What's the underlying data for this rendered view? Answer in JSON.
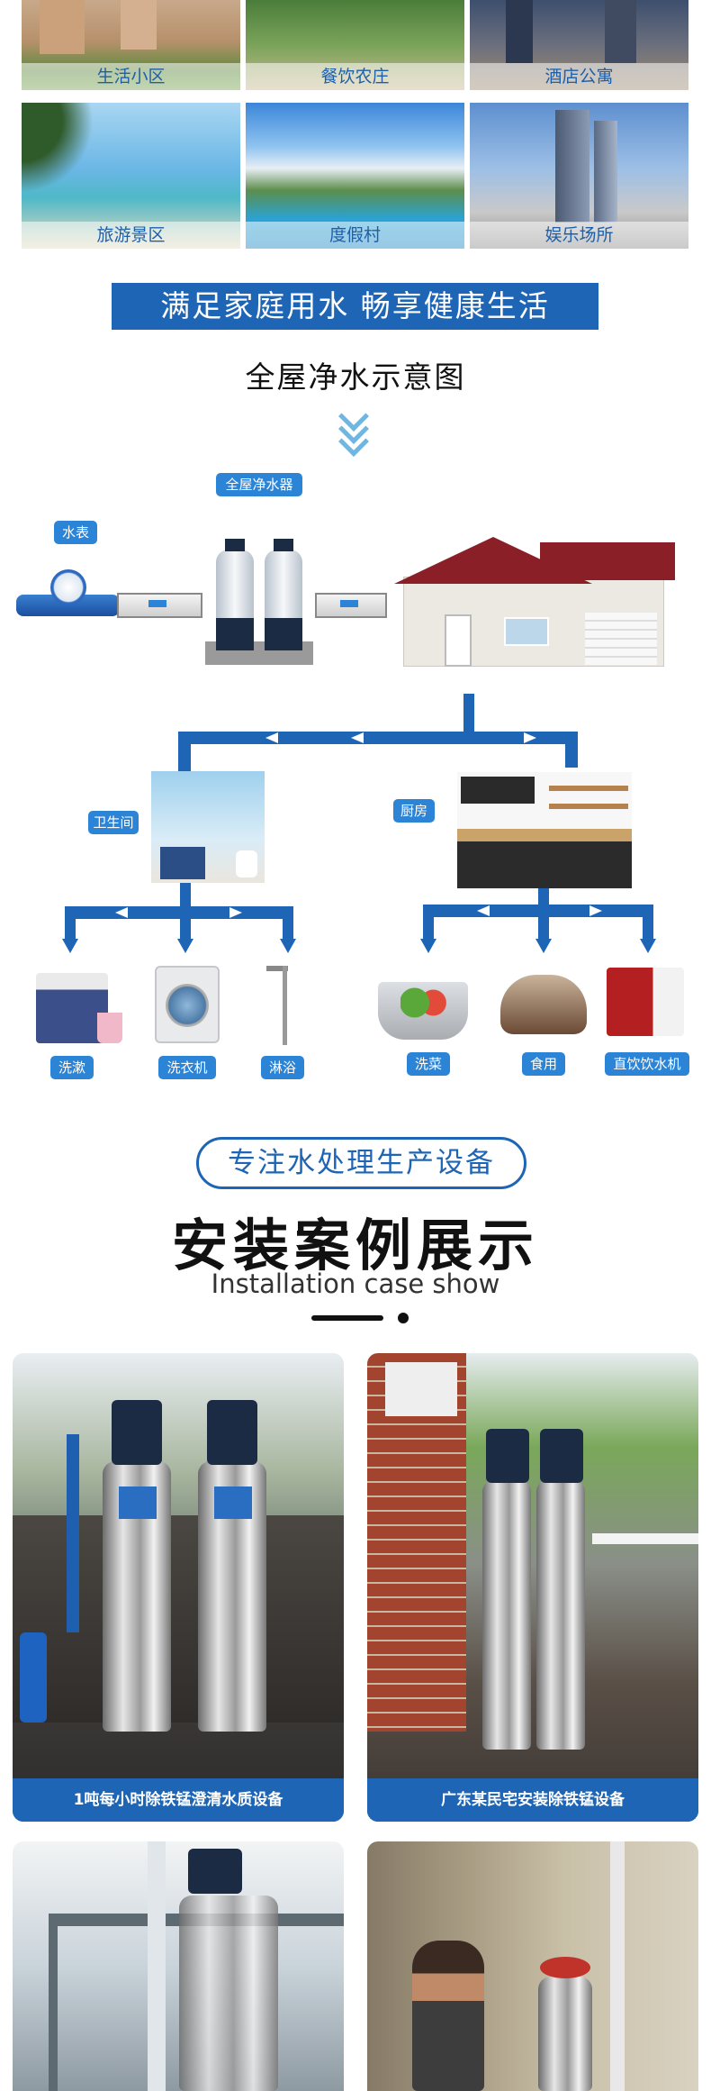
{
  "scenes": [
    {
      "label": "生活小区"
    },
    {
      "label": "餐饮农庄"
    },
    {
      "label": "酒店公寓"
    },
    {
      "label": "旅游景区"
    },
    {
      "label": "度假村"
    },
    {
      "label": "娱乐场所"
    }
  ],
  "banner": "满足家庭用水 畅享健康生活",
  "diagram_title": "全屋净水示意图",
  "diagram": {
    "purifier_label": "全屋净水器",
    "meter_label": "水表",
    "bathroom_label": "卫生间",
    "kitchen_label": "厨房",
    "endpoints": [
      "洗漱",
      "洗衣机",
      "淋浴",
      "洗菜",
      "食用",
      "直饮饮水机"
    ]
  },
  "section": {
    "pill": "专注水处理生产设备",
    "title": "安装案例展示",
    "subtitle_en": "Installation case show"
  },
  "cases": [
    {
      "caption": "1吨每小时除铁锰澄清水质设备"
    },
    {
      "caption": "广东某民宅安装除铁锰设备"
    },
    {
      "caption": ""
    },
    {
      "caption": ""
    }
  ],
  "colors": {
    "primary": "#1f65b5",
    "tag": "#2c84d6",
    "chevron": "#6fb7e0"
  }
}
